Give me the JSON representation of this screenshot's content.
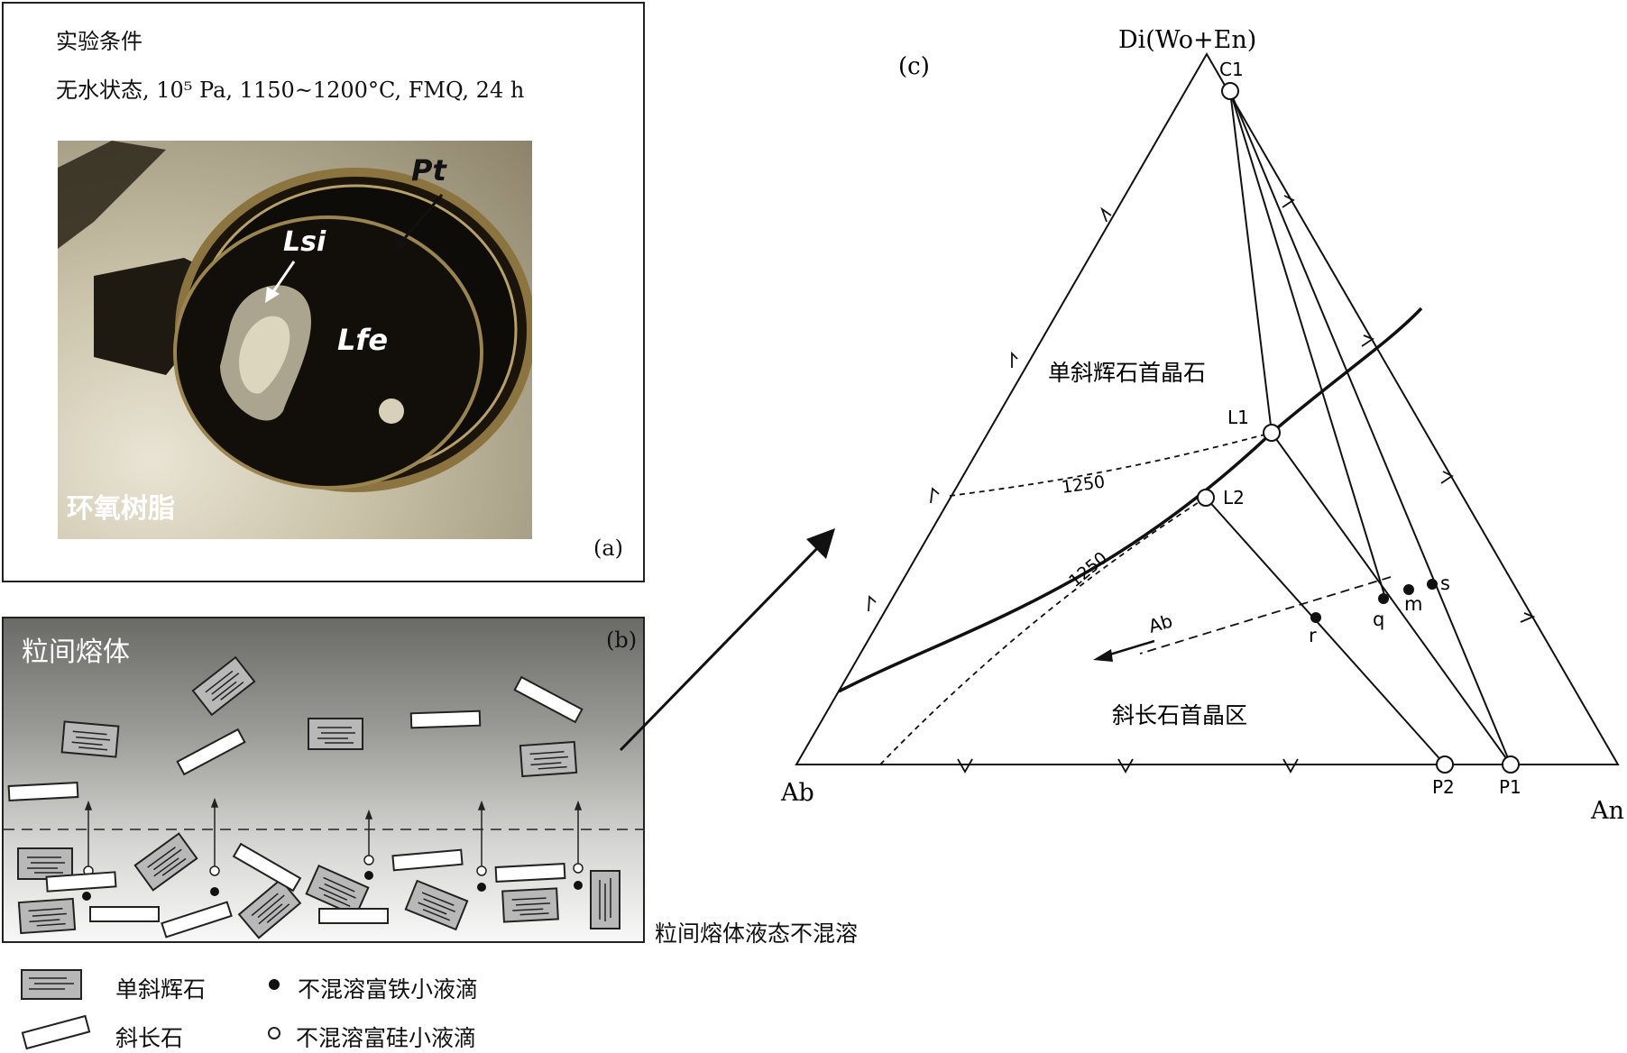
{
  "panel_a": {
    "title": "实验条件",
    "conditions": "无水状态, 10⁵ Pa, 1150~1200°C, FMQ, 24 h",
    "label": "(a)",
    "photo_labels": {
      "pt": "Pt",
      "lsi": "Lsi",
      "lfe": "Lfe",
      "resin": "环氧树脂"
    }
  },
  "panel_b": {
    "title": "粒间熔体",
    "label": "(b)",
    "caption": "粒间熔体液态不混溶"
  },
  "legend": {
    "clinopyroxene": "单斜辉石",
    "plagioclase": "斜长石",
    "fe_droplet": "不混溶富铁小液滴",
    "si_droplet": "不混溶富硅小液滴"
  },
  "panel_c": {
    "label": "(c)",
    "apex_top": "Di(Wo+En)",
    "apex_left": "Ab",
    "apex_right": "An",
    "points": {
      "c1": "C1",
      "l1": "L1",
      "l2": "L2",
      "p1": "P1",
      "p2": "P2",
      "r": "r",
      "q": "q",
      "m": "m",
      "s": "s"
    },
    "arrow_label": "Ab",
    "isotherm_1": "1250",
    "isotherm_2": "1250",
    "field_cpx": "单斜辉石首晶石",
    "field_plag": "斜长石首晶区"
  }
}
